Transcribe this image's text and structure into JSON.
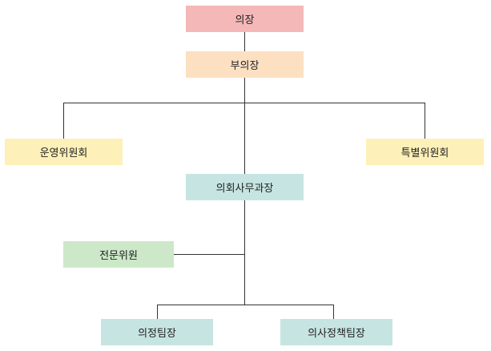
{
  "colors": {
    "chair": "#f4b8b8",
    "vicechair": "#fde0c2",
    "committee": "#fdf0b8",
    "secretariat": "#c6e5e2",
    "expert": "#cce8c8",
    "team": "#c6e5e2",
    "line": "#333333"
  },
  "nodes": {
    "chair": "의장",
    "vice_chair": "부의장",
    "operations_committee": "운영위원회",
    "special_committee": "특별위원회",
    "secretariat": "의회사무과장",
    "expert_member": "전문위원",
    "council_team": "의정팀장",
    "policy_team": "의사정책팀장"
  }
}
